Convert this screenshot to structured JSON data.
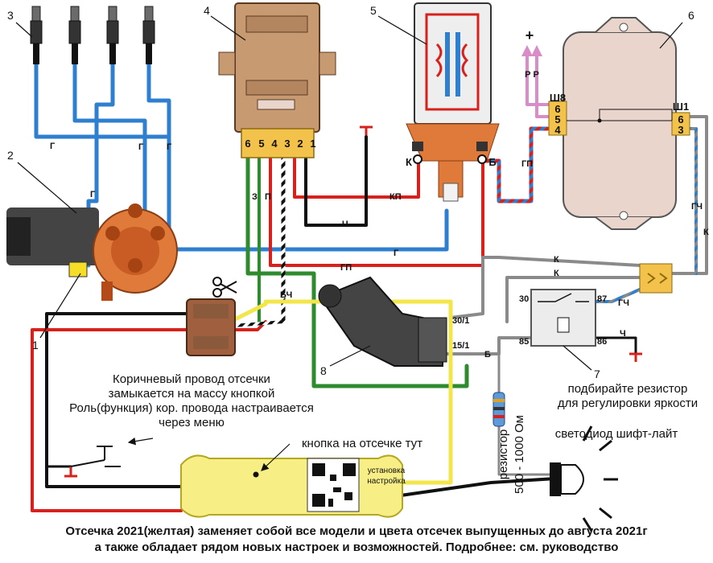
{
  "diagram": {
    "component_numbers": [
      "1",
      "2",
      "3",
      "4",
      "5",
      "6",
      "7",
      "8"
    ],
    "wire_labels": {
      "g": "Г",
      "z": "З",
      "p": "П",
      "bch": "БЧ",
      "kp": "КП",
      "ch": "Ч",
      "gp": "ГП",
      "k": "К",
      "gch": "ГЧ",
      "b": "Б"
    },
    "switch_pins": [
      "6",
      "5",
      "4",
      "3",
      "2",
      "1"
    ],
    "coil_terminals": {
      "k": "К",
      "b": "Б"
    },
    "connector_sh8": {
      "name": "Ш8",
      "pins": [
        "6",
        "5",
        "4"
      ]
    },
    "connector_sh1": {
      "name": "Ш1",
      "pins": [
        "6",
        "3"
      ]
    },
    "power": {
      "plus": "+",
      "pp": "Р Р"
    },
    "ignition_pins": {
      "p30_1": "30/1",
      "p15_1": "15/1"
    },
    "relay_pins": {
      "p30": "30",
      "p87": "87",
      "p85": "85",
      "p86": "86"
    },
    "resistor_label": "резистор\n500 - 1000 Ом"
  },
  "annotations": {
    "brown_wire_note": [
      "Коричневый провод отсечки",
      "замыкается на массу кнопкой",
      "Роль(функция) кор. провода настраивается",
      "через меню"
    ],
    "resistor_tip": [
      "подбирайте резистор",
      "для регулировки яркости"
    ],
    "button_note": "кнопка на отсечке тут",
    "led_note": "светодиод шифт-лайт",
    "qr_label": [
      "установка",
      "настройка"
    ],
    "resistor_vertical": [
      "резистор",
      "500 - 1000 Ом"
    ]
  },
  "caption": [
    "Отсечка 2021(желтая) заменяет собой все модели  и цвета отсечек выпущенных до августа 2021г",
    "а также обладает рядом новых настроек и возможностей. Подробнее: см. руководство"
  ],
  "colors": {
    "blue": "#2f7fd0",
    "red": "#d8201c",
    "green": "#2e8b2e",
    "yellow": "#f2e64a",
    "brown": "#8b5a3c",
    "black": "#111111",
    "gray": "#8a8a8a",
    "orange": "#f0a033",
    "pink": "#d88cc8",
    "switch_body": "#c89a72",
    "ecu_body": "#ead5cd"
  }
}
